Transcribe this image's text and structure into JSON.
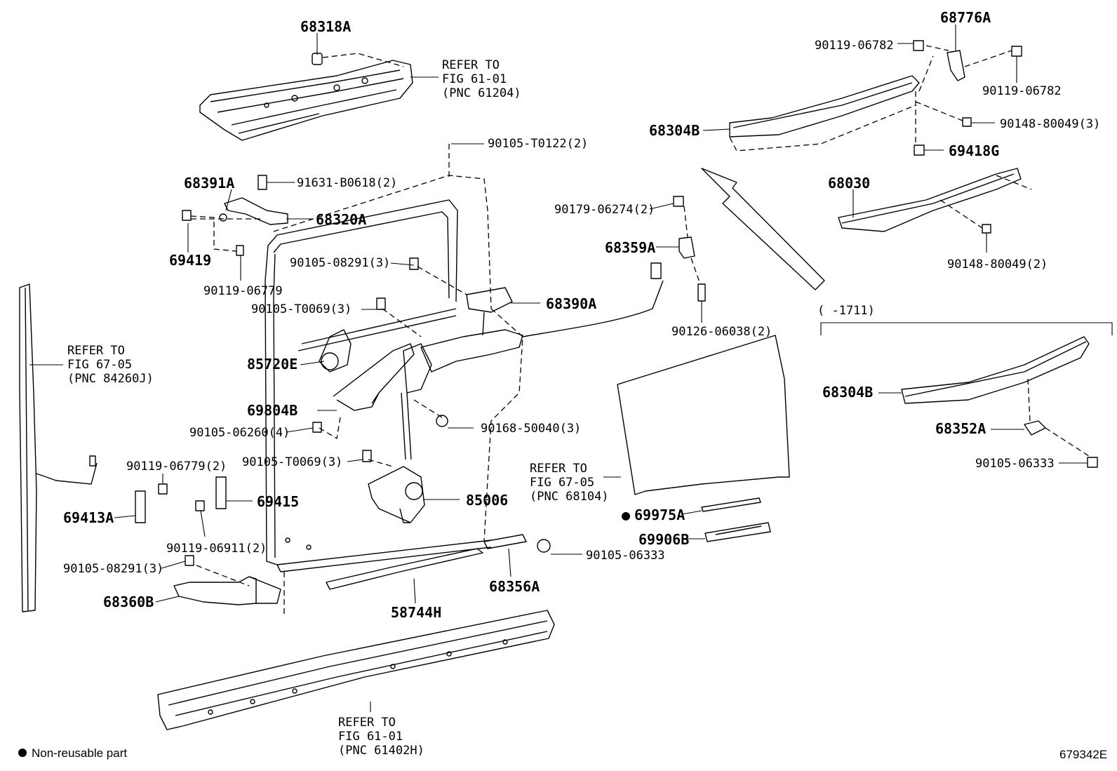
{
  "figure_id": "679342E",
  "legend": {
    "bullet": "●",
    "text": "Non-reusable part"
  },
  "range_note": "(      -1711)",
  "refs": {
    "r61204": [
      "REFER TO",
      "FIG 61-01",
      "(PNC 61204)"
    ],
    "r84260": [
      "REFER TO",
      "FIG 67-05",
      "(PNC 84260J)"
    ],
    "r68104": [
      "REFER TO",
      "FIG 67-05",
      "(PNC 68104)"
    ],
    "r61402": [
      "REFER TO",
      "FIG 61-01",
      "(PNC 61402H)"
    ]
  },
  "labels": {
    "p68318A": "68318A",
    "p68391A": "68391A",
    "p91631": "91631-B0618(2)",
    "p68320A": "68320A",
    "p69419": "69419",
    "p90119_06779": "90119-06779",
    "p90105_T0122": "90105-T0122(2)",
    "p90105_08291a": "90105-08291(3)",
    "p68390A": "68390A",
    "p90105_T0069a": "90105-T0069(3)",
    "p85720E": "85720E",
    "p69804B": "69804B",
    "p90105_06260": "90105-06260(4)",
    "p90168": "90168-50040(3)",
    "p90105_T0069b": "90105-T0069(3)",
    "p85006": "85006",
    "p90119_06779_2": "90119-06779(2)",
    "p69415": "69415",
    "p69413A": "69413A",
    "p90119_06911": "90119-06911(2)",
    "p90105_08291b": "90105-08291(3)",
    "p68360B": "68360B",
    "p58744H": "58744H",
    "p68356A": "68356A",
    "p90105_06333a": "90105-06333",
    "p90179": "90179-06274(2)",
    "p68359A": "68359A",
    "p90126": "90126-06038(2)",
    "p69975A": "69975A",
    "p69906B": "69906B",
    "p90119_06782a": "90119-06782",
    "p68776A": "68776A",
    "p90119_06782b": "90119-06782",
    "p68304Ba": "68304B",
    "p90148_3": "90148-80049(3)",
    "p69418G": "69418G",
    "p68030": "68030",
    "p90148_2": "90148-80049(2)",
    "p68304Bb": "68304B",
    "p68352A": "68352A",
    "p90105_06333b": "90105-06333"
  }
}
